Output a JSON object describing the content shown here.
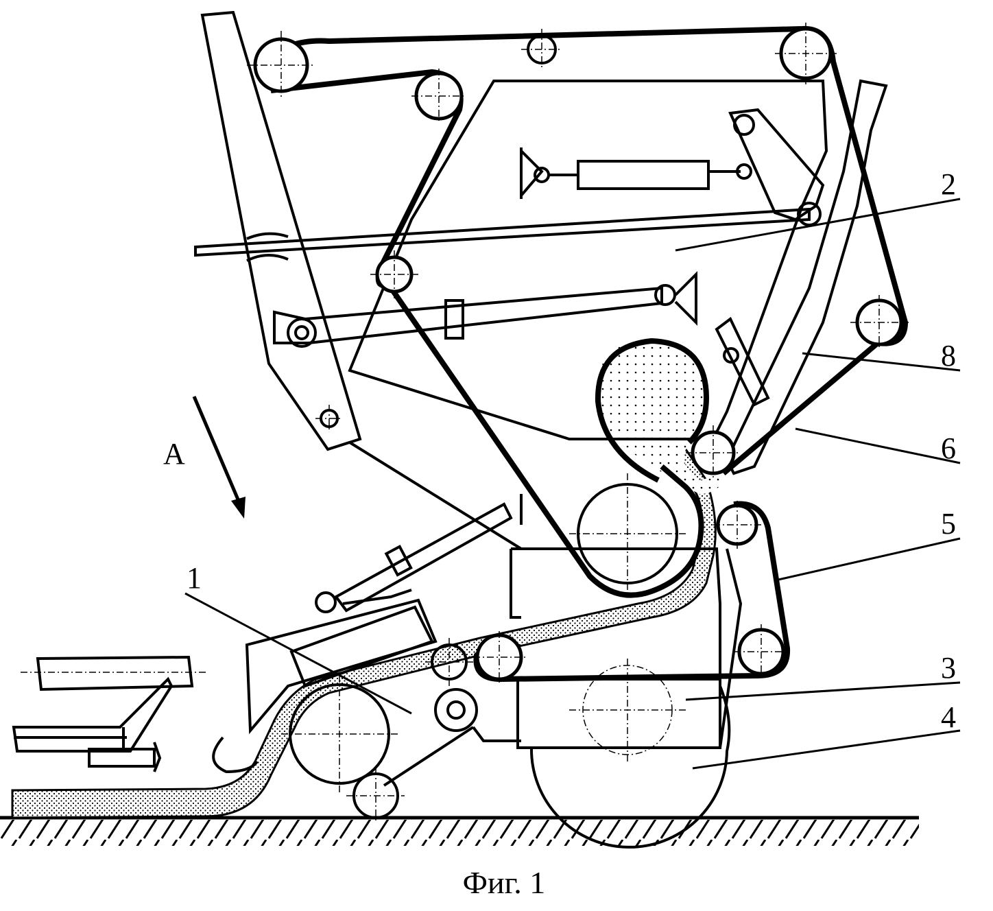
{
  "figure": {
    "caption": "Фиг. 1",
    "direction_label": "A",
    "callouts": [
      {
        "id": "1",
        "text": "1"
      },
      {
        "id": "2",
        "text": "2"
      },
      {
        "id": "3",
        "text": "3"
      },
      {
        "id": "4",
        "text": "4"
      },
      {
        "id": "5",
        "text": "5"
      },
      {
        "id": "6",
        "text": "6"
      },
      {
        "id": "8",
        "text": "8"
      }
    ]
  },
  "colors": {
    "ink": "#000000",
    "paper": "#ffffff"
  }
}
